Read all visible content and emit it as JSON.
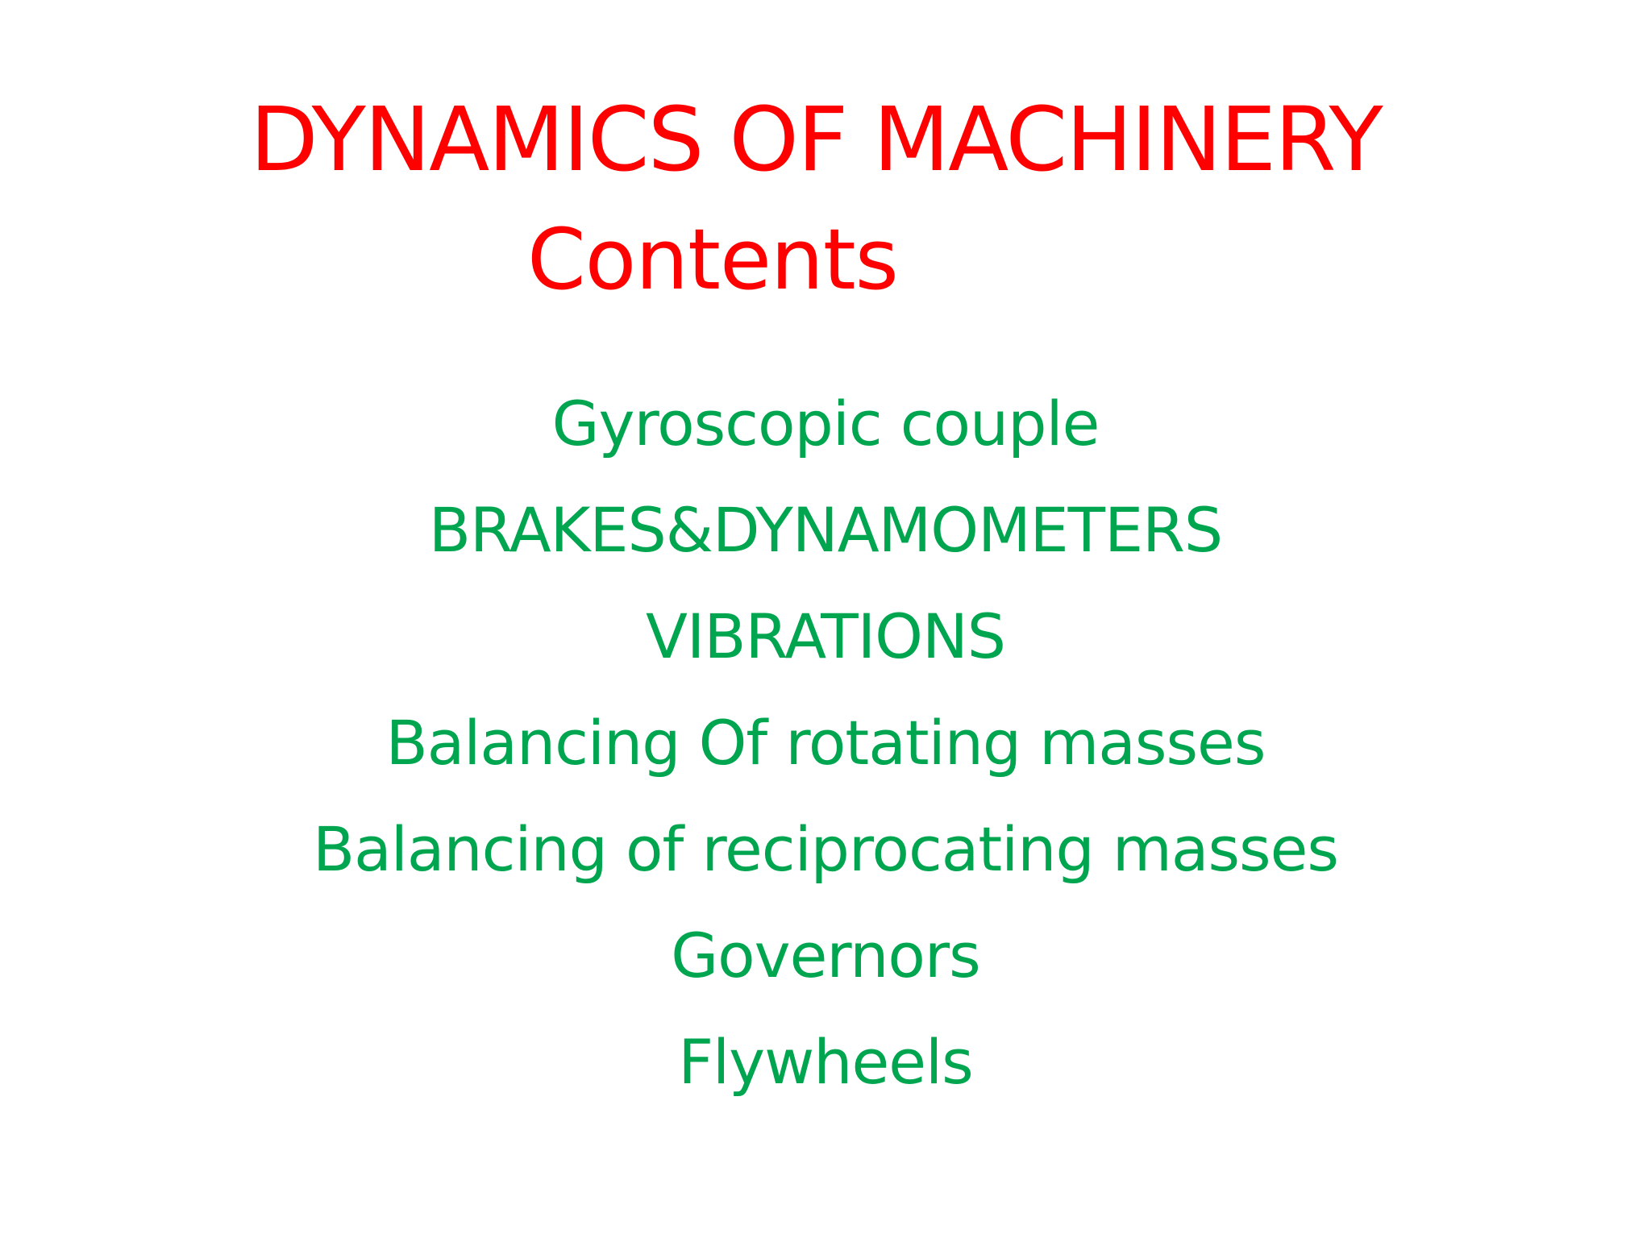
{
  "slide": {
    "title": "DYNAMICS OF MACHINERY",
    "subtitle": "Contents",
    "items": [
      "Gyroscopic couple",
      "BRAKES&DYNAMOMETERS",
      "VIBRATIONS",
      "Balancing Of rotating masses",
      "Balancing of reciprocating masses",
      "Governors",
      "Flywheels"
    ]
  },
  "colors": {
    "title": "#ff0000",
    "items": "#00a550",
    "background": "#ffffff"
  }
}
